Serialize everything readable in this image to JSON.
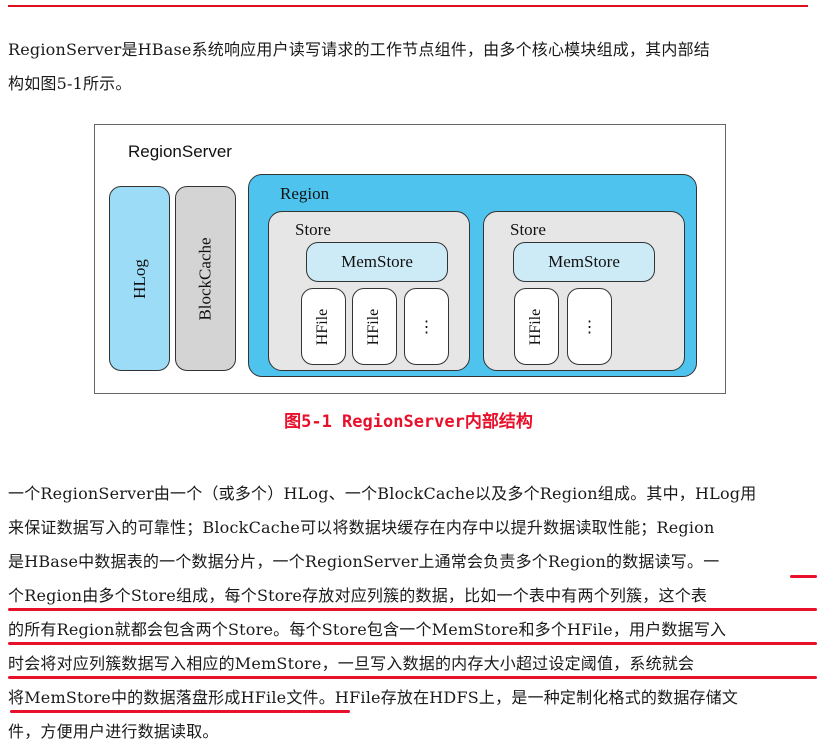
{
  "intro_paragraph": {
    "lines": [
      "RegionServer是HBase系统响应用户读写请求的工作节点组件，由多个核心模块组成，其内部结",
      "构如图5-1所示。"
    ]
  },
  "figure": {
    "container_label": "RegionServer",
    "hlog_label": "HLog",
    "blockcache_label": "BlockCache",
    "region_label": "Region",
    "stores": [
      {
        "label": "Store",
        "memstore_label": "MemStore",
        "hfiles": [
          "HFile",
          "HFile",
          "⋮"
        ]
      },
      {
        "label": "Store",
        "memstore_label": "MemStore",
        "hfiles": [
          "HFile",
          "⋮"
        ]
      }
    ],
    "colors": {
      "hlog": "#9DDCF6",
      "blockcache": "#D4D4D4",
      "region": "#4DC3EE",
      "store": "#E6E6E6",
      "memstore": "#CDEBF7",
      "hfile": "#FFFFFF"
    },
    "caption": "图5-1 RegionServer内部结构"
  },
  "body_paragraph": {
    "lines": [
      "一个RegionServer由一个（或多个）HLog、一个BlockCache以及多个Region组成。其中，HLog用",
      "来保证数据写入的可靠性；BlockCache可以将数据块缓存在内存中以提升数据读取性能；Region",
      "是HBase中数据表的一个数据分片，一个RegionServer上通常会负责多个Region的数据读写。一",
      "个Region由多个Store组成，每个Store存放对应列簇的数据，比如一个表中有两个列簇，这个表",
      "的所有Region就都会包含两个Store。每个Store包含一个MemStore和多个HFile，用户数据写入",
      "时会将对应列簇数据写入相应的MemStore，一旦写入数据的内存大小超过设定阈值，系统就会",
      "将MemStore中的数据落盘形成HFile文件。HFile存放在HDFS上，是一种定制化格式的数据存储文",
      "件，方便用户进行数据读取。"
    ]
  },
  "colors": {
    "accent_red": "#E8102A",
    "text": "#1A1A1A"
  }
}
